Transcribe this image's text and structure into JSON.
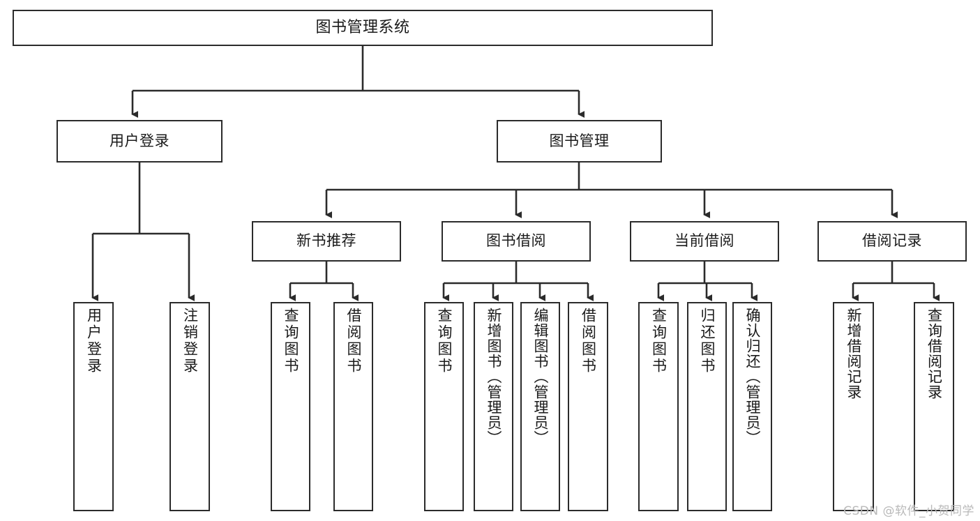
{
  "diagram": {
    "type": "tree",
    "title": "图书管理系统",
    "orientation": "top-down",
    "colors": {
      "background": "#ffffff",
      "box_border": "#2b2b2b",
      "box_fill": "#ffffff",
      "edge": "#2b2b2b",
      "text": "#1a1a1a",
      "watermark": "#b9b9b9"
    },
    "root": {
      "label": "图书管理系统"
    },
    "level1": [
      {
        "label": "用户登录"
      },
      {
        "label": "图书管理"
      }
    ],
    "level2": [
      {
        "label": "新书推荐"
      },
      {
        "label": "图书借阅"
      },
      {
        "label": "当前借阅"
      },
      {
        "label": "借阅记录"
      }
    ],
    "leaves": {
      "user_login": [
        {
          "label": "用户登录"
        },
        {
          "label": "注销登录"
        }
      ],
      "new_book_recommend": [
        {
          "label": "查询图书"
        },
        {
          "label": "借阅图书"
        }
      ],
      "book_borrow": [
        {
          "label": "查询图书"
        },
        {
          "label": "新增图书（管理员）"
        },
        {
          "label": "编辑图书（管理员）"
        },
        {
          "label": "借阅图书"
        }
      ],
      "current_borrow": [
        {
          "label": "查询图书"
        },
        {
          "label": "归还图书"
        },
        {
          "label": "确认归还（管理员）"
        }
      ],
      "borrow_record": [
        {
          "label": "新增借阅记录"
        },
        {
          "label": "查询借阅记录"
        }
      ]
    }
  },
  "watermark": {
    "text": "CSDN @软件_小贺同学"
  }
}
